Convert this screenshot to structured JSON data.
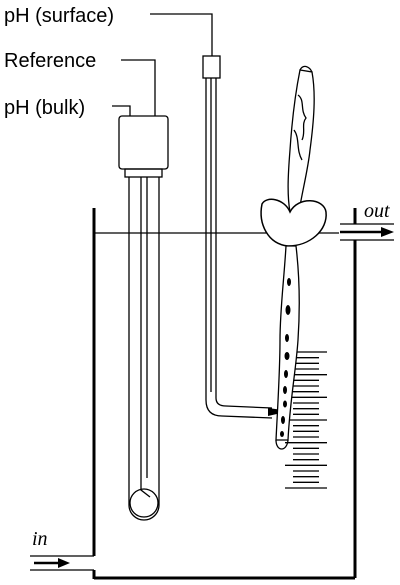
{
  "labels": {
    "ph_surface": "pH (surface)",
    "reference": "Reference",
    "ph_bulk": "pH (bulk)",
    "flow_in": "in",
    "flow_out": "out"
  },
  "colors": {
    "ink": "#000000",
    "background": "#ffffff"
  },
  "scale": {
    "major_divisions": 6,
    "minor_per_major": 4
  }
}
